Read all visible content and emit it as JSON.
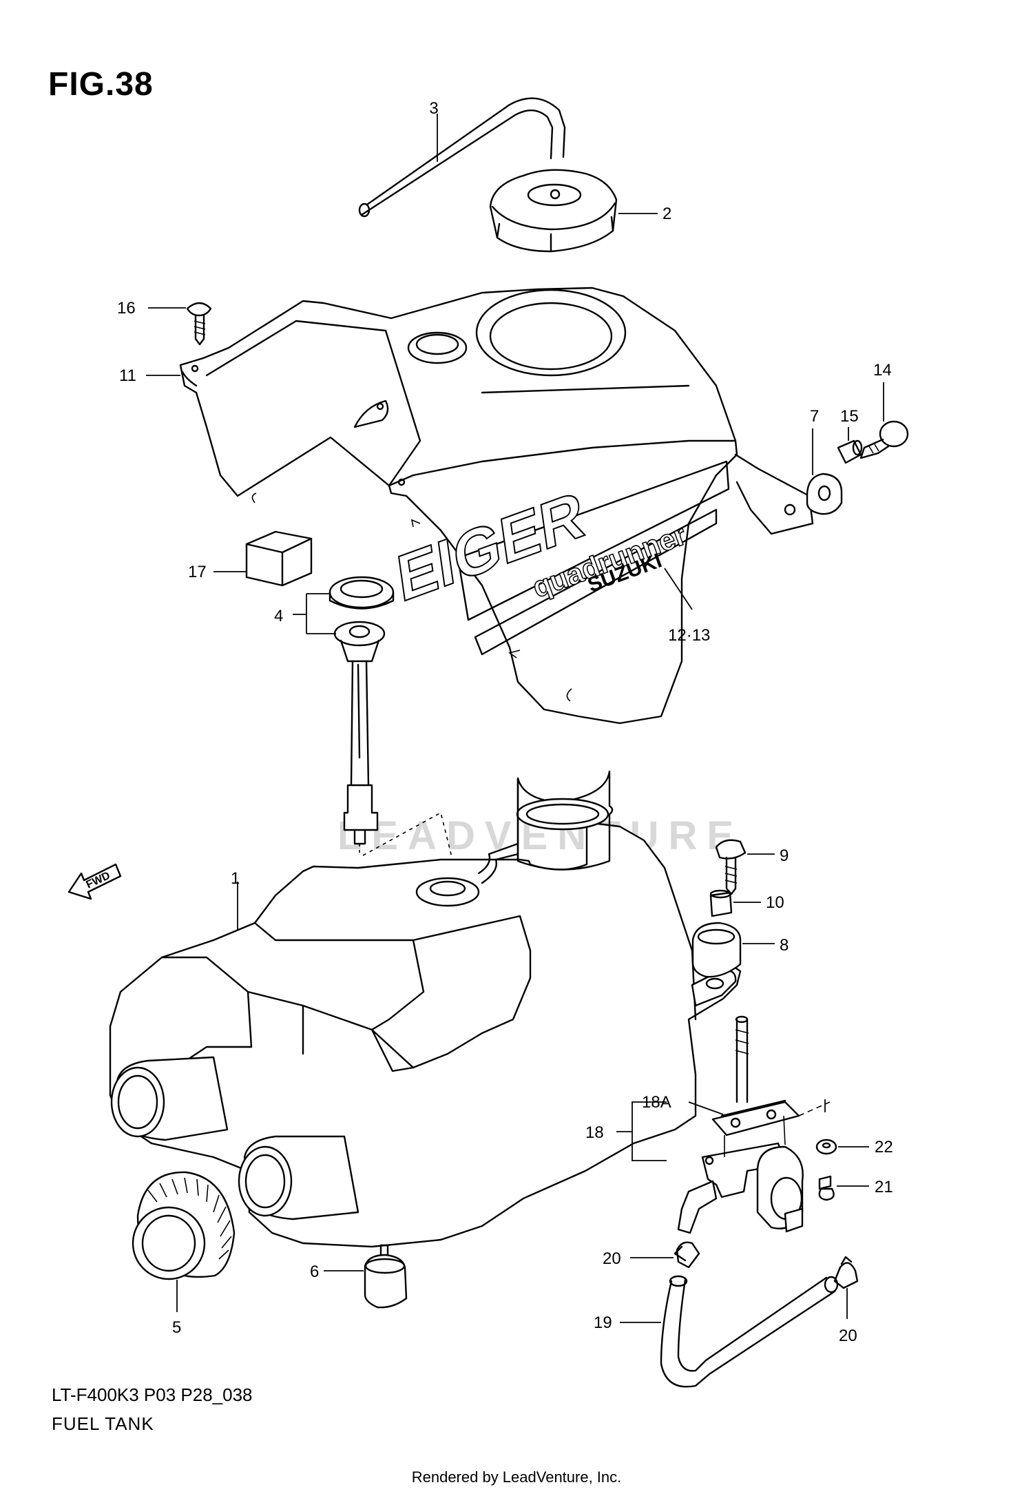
{
  "figure": {
    "title": "FIG.38",
    "model_code": "LT-F400K3 P03 P28_038",
    "section_name": "FUEL TANK",
    "rendered_by": "Rendered by LeadVenture, Inc.",
    "watermark": "LEADVENTURE"
  },
  "tank_decal": {
    "brand": "EIGER",
    "sub": "quadrunner",
    "maker": "SUZUKI"
  },
  "fwd_arrow_label": "FWD",
  "callouts": {
    "p1": "1",
    "p2": "2",
    "p3": "3",
    "p4": "4",
    "p5": "5",
    "p6": "6",
    "p7": "7",
    "p8": "8",
    "p9": "9",
    "p10": "10",
    "p11": "11",
    "p12_13": "12·13",
    "p14": "14",
    "p15": "15",
    "p16": "16",
    "p17": "17",
    "p18": "18",
    "p18a": "18A",
    "p19": "19",
    "p20a": "20",
    "p20b": "20",
    "p21": "21",
    "p22": "22"
  }
}
